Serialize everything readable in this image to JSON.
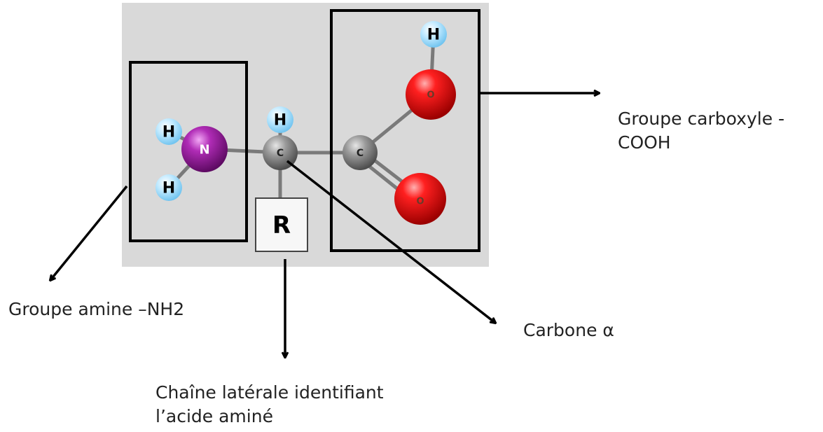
{
  "atoms": {
    "hydrogen_symbol": "H",
    "nitrogen_symbol": "N",
    "carbon_symbol": "C",
    "oxygen_symbol": "O",
    "side_chain_symbol": "R"
  },
  "labels": {
    "carboxyl_line1": "Groupe carboxyle -",
    "carboxyl_line2": "COOH",
    "amine": "Groupe amine –NH2",
    "alpha_carbon": "Carbone α",
    "side_chain_line1": "Chaîne latérale identifiant",
    "side_chain_line2": "l’acide aminé"
  },
  "colors": {
    "panel_background": "#d9d9d9",
    "hydrogen": "#8fd3f5",
    "nitrogen": "#8a1a8f",
    "carbon": "#808080",
    "oxygen": "#e00000",
    "outline": "#000000"
  }
}
